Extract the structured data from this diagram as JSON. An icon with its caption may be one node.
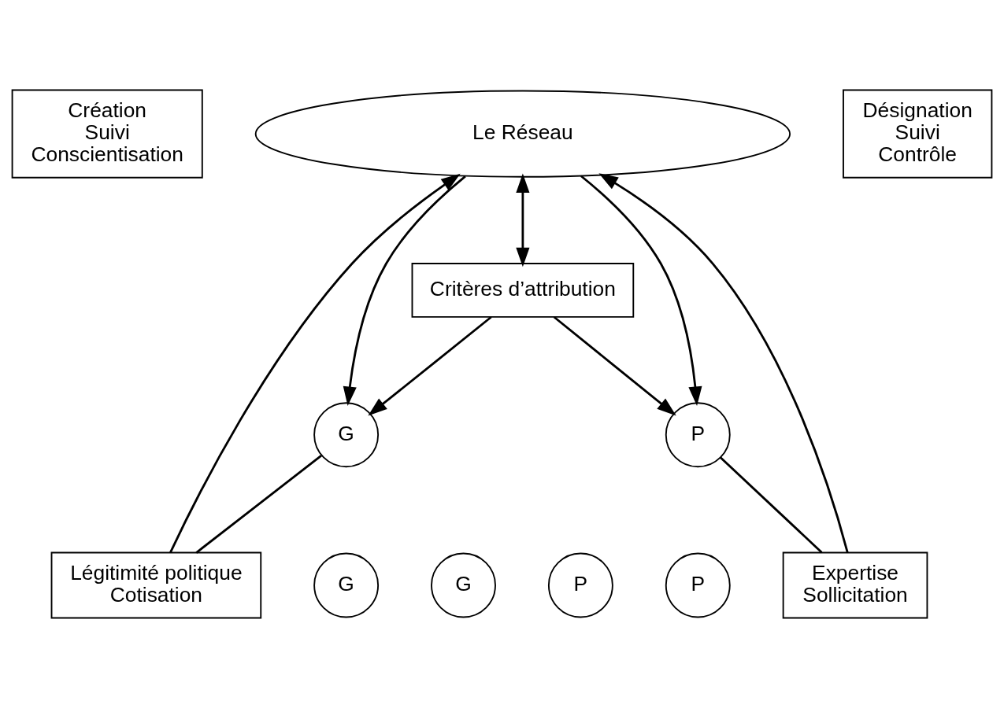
{
  "diagram": {
    "nodes": [
      {
        "text": [
          "Le Réseau"
        ]
      },
      {
        "text": [
          "Création",
          "Suivi",
          "Conscientisation"
        ]
      },
      {
        "text": [
          "Légitimité politique",
          "Cotisation"
        ]
      },
      {
        "text": [
          "Expertise",
          "Sollicitation"
        ]
      },
      {
        "text": [
          "Désignation",
          "Suivi",
          "Contrôle"
        ]
      },
      {
        "text": [
          "Critères d’attribution"
        ]
      },
      {
        "text": [
          "G"
        ]
      },
      {
        "text": [
          "G"
        ]
      },
      {
        "text": [
          "G"
        ]
      },
      {
        "text": [
          "P"
        ]
      },
      {
        "text": [
          "P"
        ]
      },
      {
        "text": [
          "P"
        ]
      }
    ],
    "edges": [
      {
        "from": 0,
        "to": 6,
        "arrow": "to"
      },
      {
        "from": 6,
        "to": 2,
        "arrow": "none"
      },
      {
        "from": 2,
        "to": 0,
        "arrow": "to"
      },
      {
        "from": 0,
        "to": 5,
        "arrow": "both"
      },
      {
        "from": 9,
        "to": 3,
        "arrow": "none"
      },
      {
        "from": 3,
        "to": 0,
        "arrow": "to"
      },
      {
        "from": 0,
        "to": 9,
        "arrow": "to"
      },
      {
        "from": 5,
        "to": 6,
        "arrow": "to"
      },
      {
        "from": 5,
        "to": 9,
        "arrow": "to"
      }
    ]
  }
}
